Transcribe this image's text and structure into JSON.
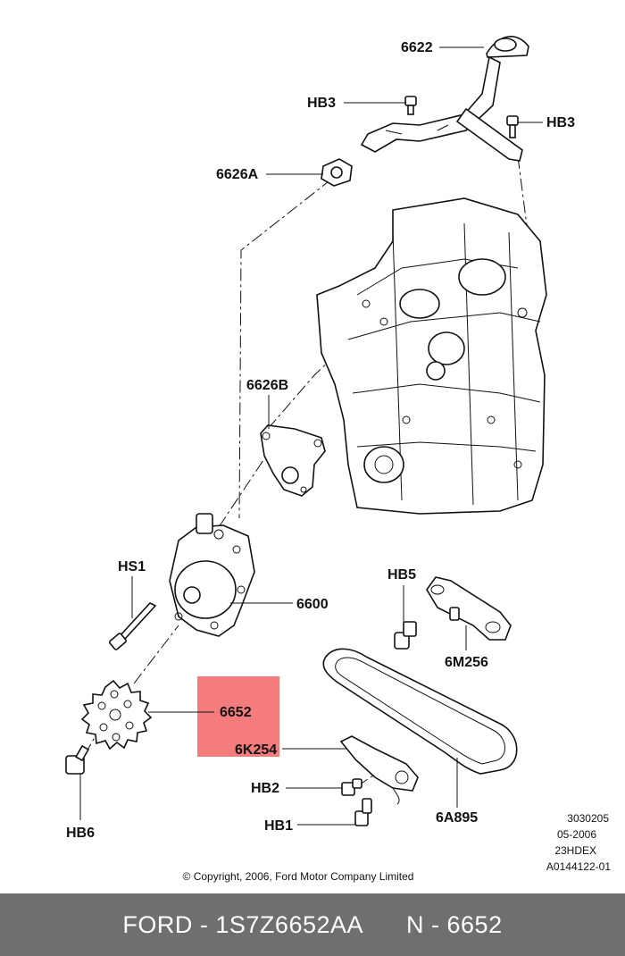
{
  "labels": {
    "p6622": "6622",
    "hb3_left": "HB3",
    "hb3_right": "HB3",
    "p6626a": "6626A",
    "p6626b": "6626B",
    "hs1": "HS1",
    "p6600": "6600",
    "hb5": "HB5",
    "p6m256": "6M256",
    "p6652": "6652",
    "p6k254": "6K254",
    "hb2": "HB2",
    "hb1": "HB1",
    "hb6": "HB6",
    "p6a895": "6A895"
  },
  "info": {
    "code1": "3030205",
    "date": "05-2006",
    "engine": "23HDEX",
    "ref": "A0144122-01"
  },
  "copyright": "© Copyright, 2006, Ford Motor Company Limited",
  "footer": {
    "brand_part": "FORD - 1S7Z6652AA",
    "item": "N - 6652"
  },
  "highlight_color": "#f47c7c"
}
